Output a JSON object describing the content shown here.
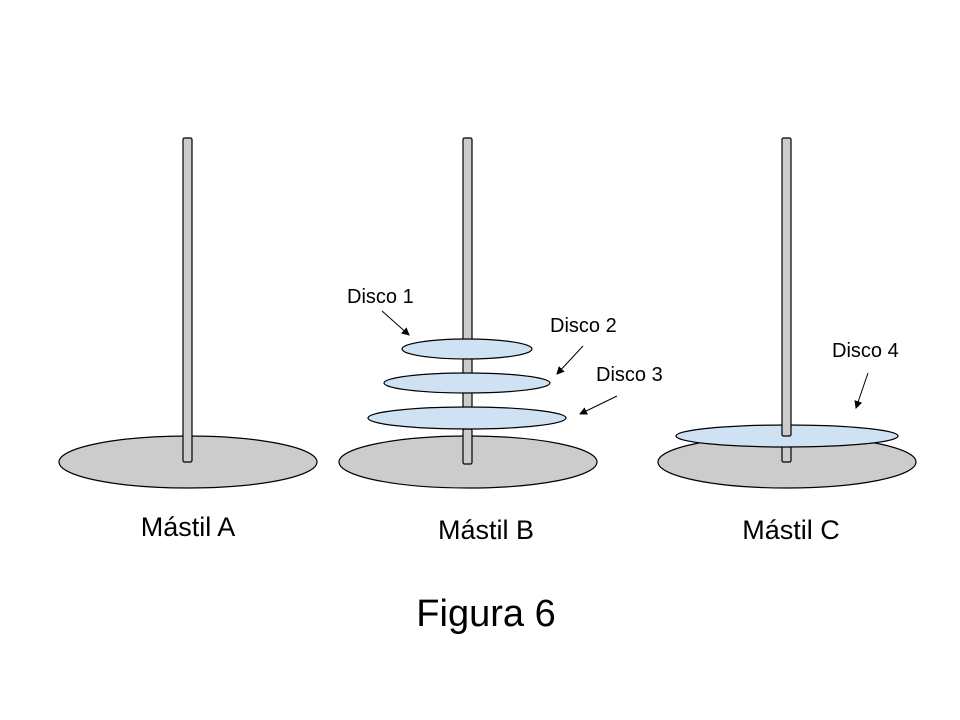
{
  "figure": {
    "caption": "Figura 6",
    "colors": {
      "base_fill": "#cccccc",
      "pole_fill": "#cccccc",
      "disk_fill": "#cfe2f3",
      "outline": "#000000",
      "text": "#000000"
    }
  },
  "masts": [
    {
      "id": "a",
      "label": "Mástil A",
      "disks": []
    },
    {
      "id": "b",
      "label": "Mástil B",
      "disks": [
        "Disco 1",
        "Disco 2",
        "Disco 3"
      ]
    },
    {
      "id": "c",
      "label": "Mástil C",
      "disks": [
        "Disco 4"
      ]
    }
  ],
  "disks": [
    {
      "label": "Disco 1",
      "mast": "b"
    },
    {
      "label": "Disco 2",
      "mast": "b"
    },
    {
      "label": "Disco 3",
      "mast": "b"
    },
    {
      "label": "Disco 4",
      "mast": "c"
    }
  ]
}
